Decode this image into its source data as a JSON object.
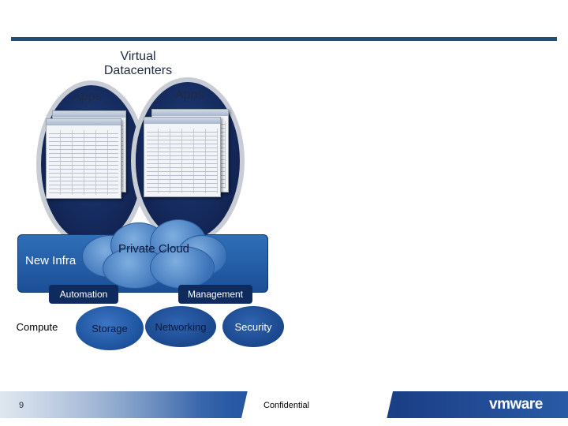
{
  "header": {
    "title_line1": "Virtual",
    "title_line2": "Datacenters"
  },
  "virtual_datacenters": [
    {
      "label": "Apps"
    },
    {
      "label": "Apps"
    }
  ],
  "infrastructure": {
    "label": "New Infra"
  },
  "cloud": {
    "label": "Private Cloud"
  },
  "tabs": {
    "automation": "Automation",
    "management": "Management"
  },
  "components": {
    "compute": "Compute",
    "storage": "Storage",
    "networking": "Networking",
    "security": "Security"
  },
  "footer": {
    "page_number": "9",
    "confidential": "Confidential",
    "logo": "vmware"
  },
  "colors": {
    "accent": "#1f4e79",
    "dark_blue": "#0f2a5c",
    "mid_blue": "#1a4f97"
  }
}
